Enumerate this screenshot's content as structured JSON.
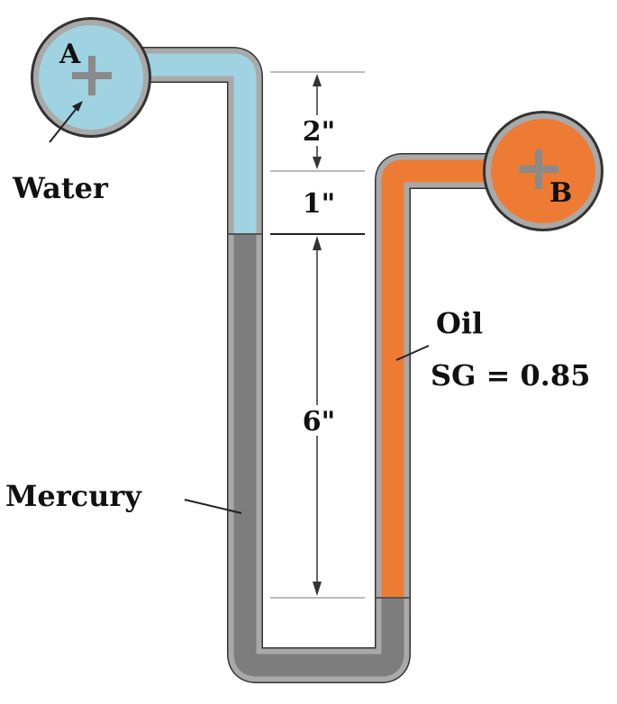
{
  "points": {
    "a": "A",
    "b": "B"
  },
  "materials": {
    "water": "Water",
    "mercury": "Mercury",
    "oil": "Oil",
    "oil_sg": "SG = 0.85"
  },
  "dimensions": {
    "top": "2\"",
    "middle": "1\"",
    "bottom": "6\""
  },
  "colors": {
    "water": "#9fd3e2",
    "mercury": "#7d7d7d",
    "oil": "#ee7b33",
    "tube_wall": "#a9a9a9",
    "tube_outline": "#333333"
  }
}
